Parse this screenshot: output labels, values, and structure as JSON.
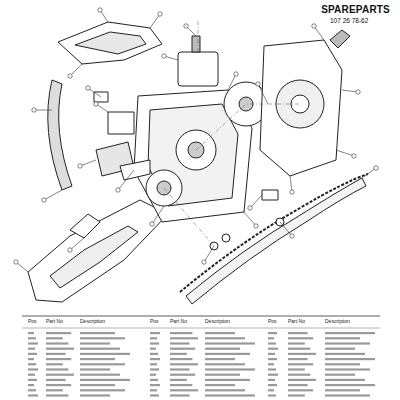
{
  "diagram": {
    "title": "SPAREPARTS",
    "labels": [
      "107 26 78-62",
      "Pos",
      "Part No",
      "Description",
      "Pos",
      "Part No",
      "Description",
      "Pos",
      "Part No",
      "Description"
    ]
  }
}
